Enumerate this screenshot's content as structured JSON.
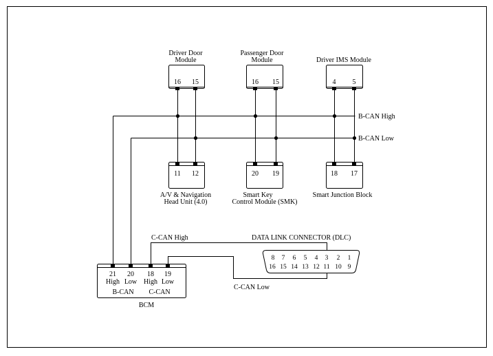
{
  "modules": {
    "driver_door": {
      "title1": "Driver Door",
      "title2": "Module",
      "pins": [
        "16",
        "15"
      ]
    },
    "passenger_door": {
      "title1": "Passenger Door",
      "title2": "Module",
      "pins": [
        "16",
        "15"
      ]
    },
    "driver_ims": {
      "title": "Driver IMS Module",
      "pins": [
        "4",
        "5"
      ]
    },
    "av_nav": {
      "title1": "A/V & Navigation",
      "title2": "Head Unit (4.0)",
      "pins": [
        "11",
        "12"
      ]
    },
    "smk": {
      "title1": "Smart Key",
      "title2": "Control Module (SMK)",
      "pins": [
        "20",
        "19"
      ]
    },
    "sjb": {
      "title": "Smart Junction Block",
      "pins": [
        "18",
        "17"
      ]
    },
    "bcm": {
      "title": "BCM",
      "pins": [
        "21",
        "20",
        "18",
        "19"
      ],
      "pin_labels": [
        "High",
        "Low",
        "High",
        "Low"
      ],
      "group_bcan": "B-CAN",
      "group_ccan": "C-CAN"
    }
  },
  "bus_labels": {
    "bcan_high": "B-CAN High",
    "bcan_low": "B-CAN Low",
    "ccan_high": "C-CAN High",
    "ccan_low": "C-CAN Low"
  },
  "dlc": {
    "title": "DATA LINK CONNECTOR (DLC)",
    "top_row": [
      "8",
      "7",
      "6",
      "5",
      "4",
      "3",
      "2",
      "1"
    ],
    "bottom_row": [
      "16",
      "15",
      "14",
      "13",
      "12",
      "11",
      "10",
      "9"
    ]
  }
}
